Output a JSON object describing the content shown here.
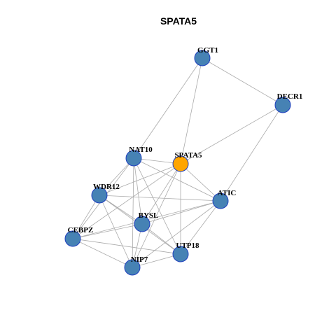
{
  "title": "SPATA5",
  "colors": {
    "node_default": "#4682b4",
    "node_highlight": "#ffa500",
    "node_border": "#1f3fbf",
    "edge": "#aaaaaa"
  },
  "nodes": [
    {
      "id": "GGT1",
      "label": "GGT1",
      "highlight": false
    },
    {
      "id": "DECR1",
      "label": "DECR1",
      "highlight": false
    },
    {
      "id": "NAT10",
      "label": "NAT10",
      "highlight": false
    },
    {
      "id": "SPATA5",
      "label": "SPATA5",
      "highlight": true
    },
    {
      "id": "WDR12",
      "label": "WDR12",
      "highlight": false
    },
    {
      "id": "ATIC",
      "label": "ATIC",
      "highlight": false
    },
    {
      "id": "BYSL",
      "label": "BYSL",
      "highlight": false
    },
    {
      "id": "CEBPZ",
      "label": "CEBPZ",
      "highlight": false
    },
    {
      "id": "UTP18",
      "label": "UTP18",
      "highlight": false
    },
    {
      "id": "NIP7",
      "label": "NIP7",
      "highlight": false
    }
  ],
  "edges": [
    [
      "GGT1",
      "DECR1"
    ],
    [
      "GGT1",
      "NAT10"
    ],
    [
      "GGT1",
      "SPATA5"
    ],
    [
      "DECR1",
      "SPATA5"
    ],
    [
      "DECR1",
      "ATIC"
    ],
    [
      "NAT10",
      "SPATA5"
    ],
    [
      "NAT10",
      "WDR12"
    ],
    [
      "NAT10",
      "ATIC"
    ],
    [
      "NAT10",
      "BYSL"
    ],
    [
      "NAT10",
      "CEBPZ"
    ],
    [
      "NAT10",
      "UTP18"
    ],
    [
      "NAT10",
      "NIP7"
    ],
    [
      "SPATA5",
      "WDR12"
    ],
    [
      "SPATA5",
      "ATIC"
    ],
    [
      "SPATA5",
      "BYSL"
    ],
    [
      "SPATA5",
      "CEBPZ"
    ],
    [
      "SPATA5",
      "UTP18"
    ],
    [
      "SPATA5",
      "NIP7"
    ],
    [
      "WDR12",
      "ATIC"
    ],
    [
      "WDR12",
      "BYSL"
    ],
    [
      "WDR12",
      "CEBPZ"
    ],
    [
      "WDR12",
      "UTP18"
    ],
    [
      "WDR12",
      "NIP7"
    ],
    [
      "ATIC",
      "BYSL"
    ],
    [
      "ATIC",
      "CEBPZ"
    ],
    [
      "ATIC",
      "UTP18"
    ],
    [
      "ATIC",
      "NIP7"
    ],
    [
      "BYSL",
      "CEBPZ"
    ],
    [
      "BYSL",
      "UTP18"
    ],
    [
      "BYSL",
      "NIP7"
    ],
    [
      "CEBPZ",
      "UTP18"
    ],
    [
      "CEBPZ",
      "NIP7"
    ],
    [
      "UTP18",
      "NIP7"
    ]
  ]
}
